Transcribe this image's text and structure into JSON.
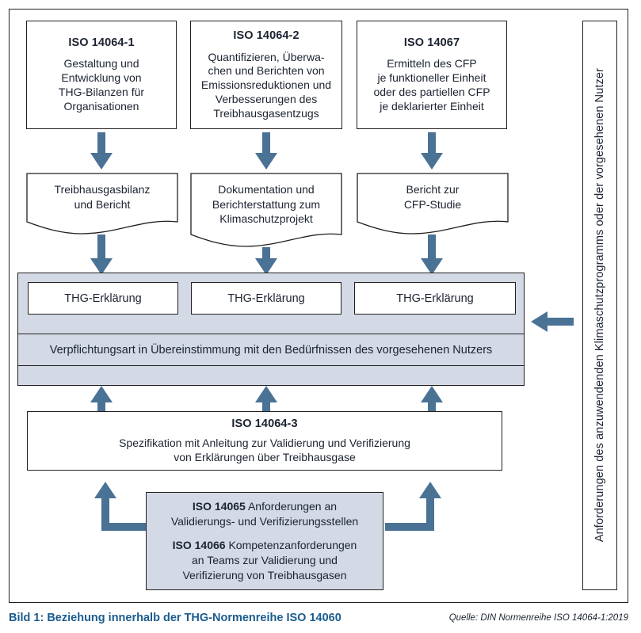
{
  "figure": {
    "caption": "Bild 1: Beziehung innerhalb der THG-Normenreihe ISO 14060",
    "source": "Quelle: DIN Normenreihe ISO 14064-1:2019",
    "caption_color": "#1a5c8e",
    "arrow_color": "#4a7295",
    "panel_fill": "#d3dae5",
    "border_color": "#231f20"
  },
  "top_row": [
    {
      "title": "ISO 14064-1",
      "body": "Gestaltung und\nEntwicklung von\nTHG-Bilanzen für\nOrganisationen"
    },
    {
      "title": "ISO 14064-2",
      "body": "Quantifizieren, Überwa-\nchen und Berichten von\nEmissionsreduktionen und\nVerbesserungen des\nTreibhausgasentzugs"
    },
    {
      "title": "ISO 14067",
      "body": "Ermitteln des CFP\nje funktioneller Einheit\noder des partiellen CFP\nje deklarierter Einheit"
    }
  ],
  "documents": [
    {
      "text": "Treibhausgasbilanz\nund Bericht"
    },
    {
      "text": "Dokumentation und\nBerichterstattung zum\nKlimaschutzprojekt"
    },
    {
      "text": "Bericht zur\nCFP-Studie"
    }
  ],
  "grey_panel": {
    "declarations": [
      {
        "label": "THG-Erklärung"
      },
      {
        "label": "THG-Erklärung"
      },
      {
        "label": "THG-Erklärung"
      }
    ],
    "commitment_band": "Verpflichtungsart in Übereinstimmung mit den Bedürfnissen des vorgesehenen Nutzers"
  },
  "verification_box": {
    "title": "ISO 14064-3",
    "body": "Spezifikation mit Anleitung zur Validierung und Verifizierung\nvon Erklärungen über Treibhausgase"
  },
  "bodies_box": {
    "line1_bold": "ISO 14065",
    "line1_rest": " Anforderungen an",
    "line1_cont": "Validierungs- und Verifizierungsstellen",
    "line2_bold": "ISO 14066",
    "line2_rest": " Kompetenzanforderungen",
    "line2_cont": "an Teams zur Validierung und\nVerifizierung von Treibhausgasen"
  },
  "side_panel": {
    "text": "Anforderungen des anzuwendenden Klimaschutzprogramms oder der vorgesehenen Nutzer"
  },
  "icons": {
    "arrow_down": "arrow-down-icon",
    "arrow_up": "arrow-up-icon",
    "arrow_left": "arrow-left-icon",
    "arrow_elbow_up": "arrow-elbow-up-icon"
  }
}
